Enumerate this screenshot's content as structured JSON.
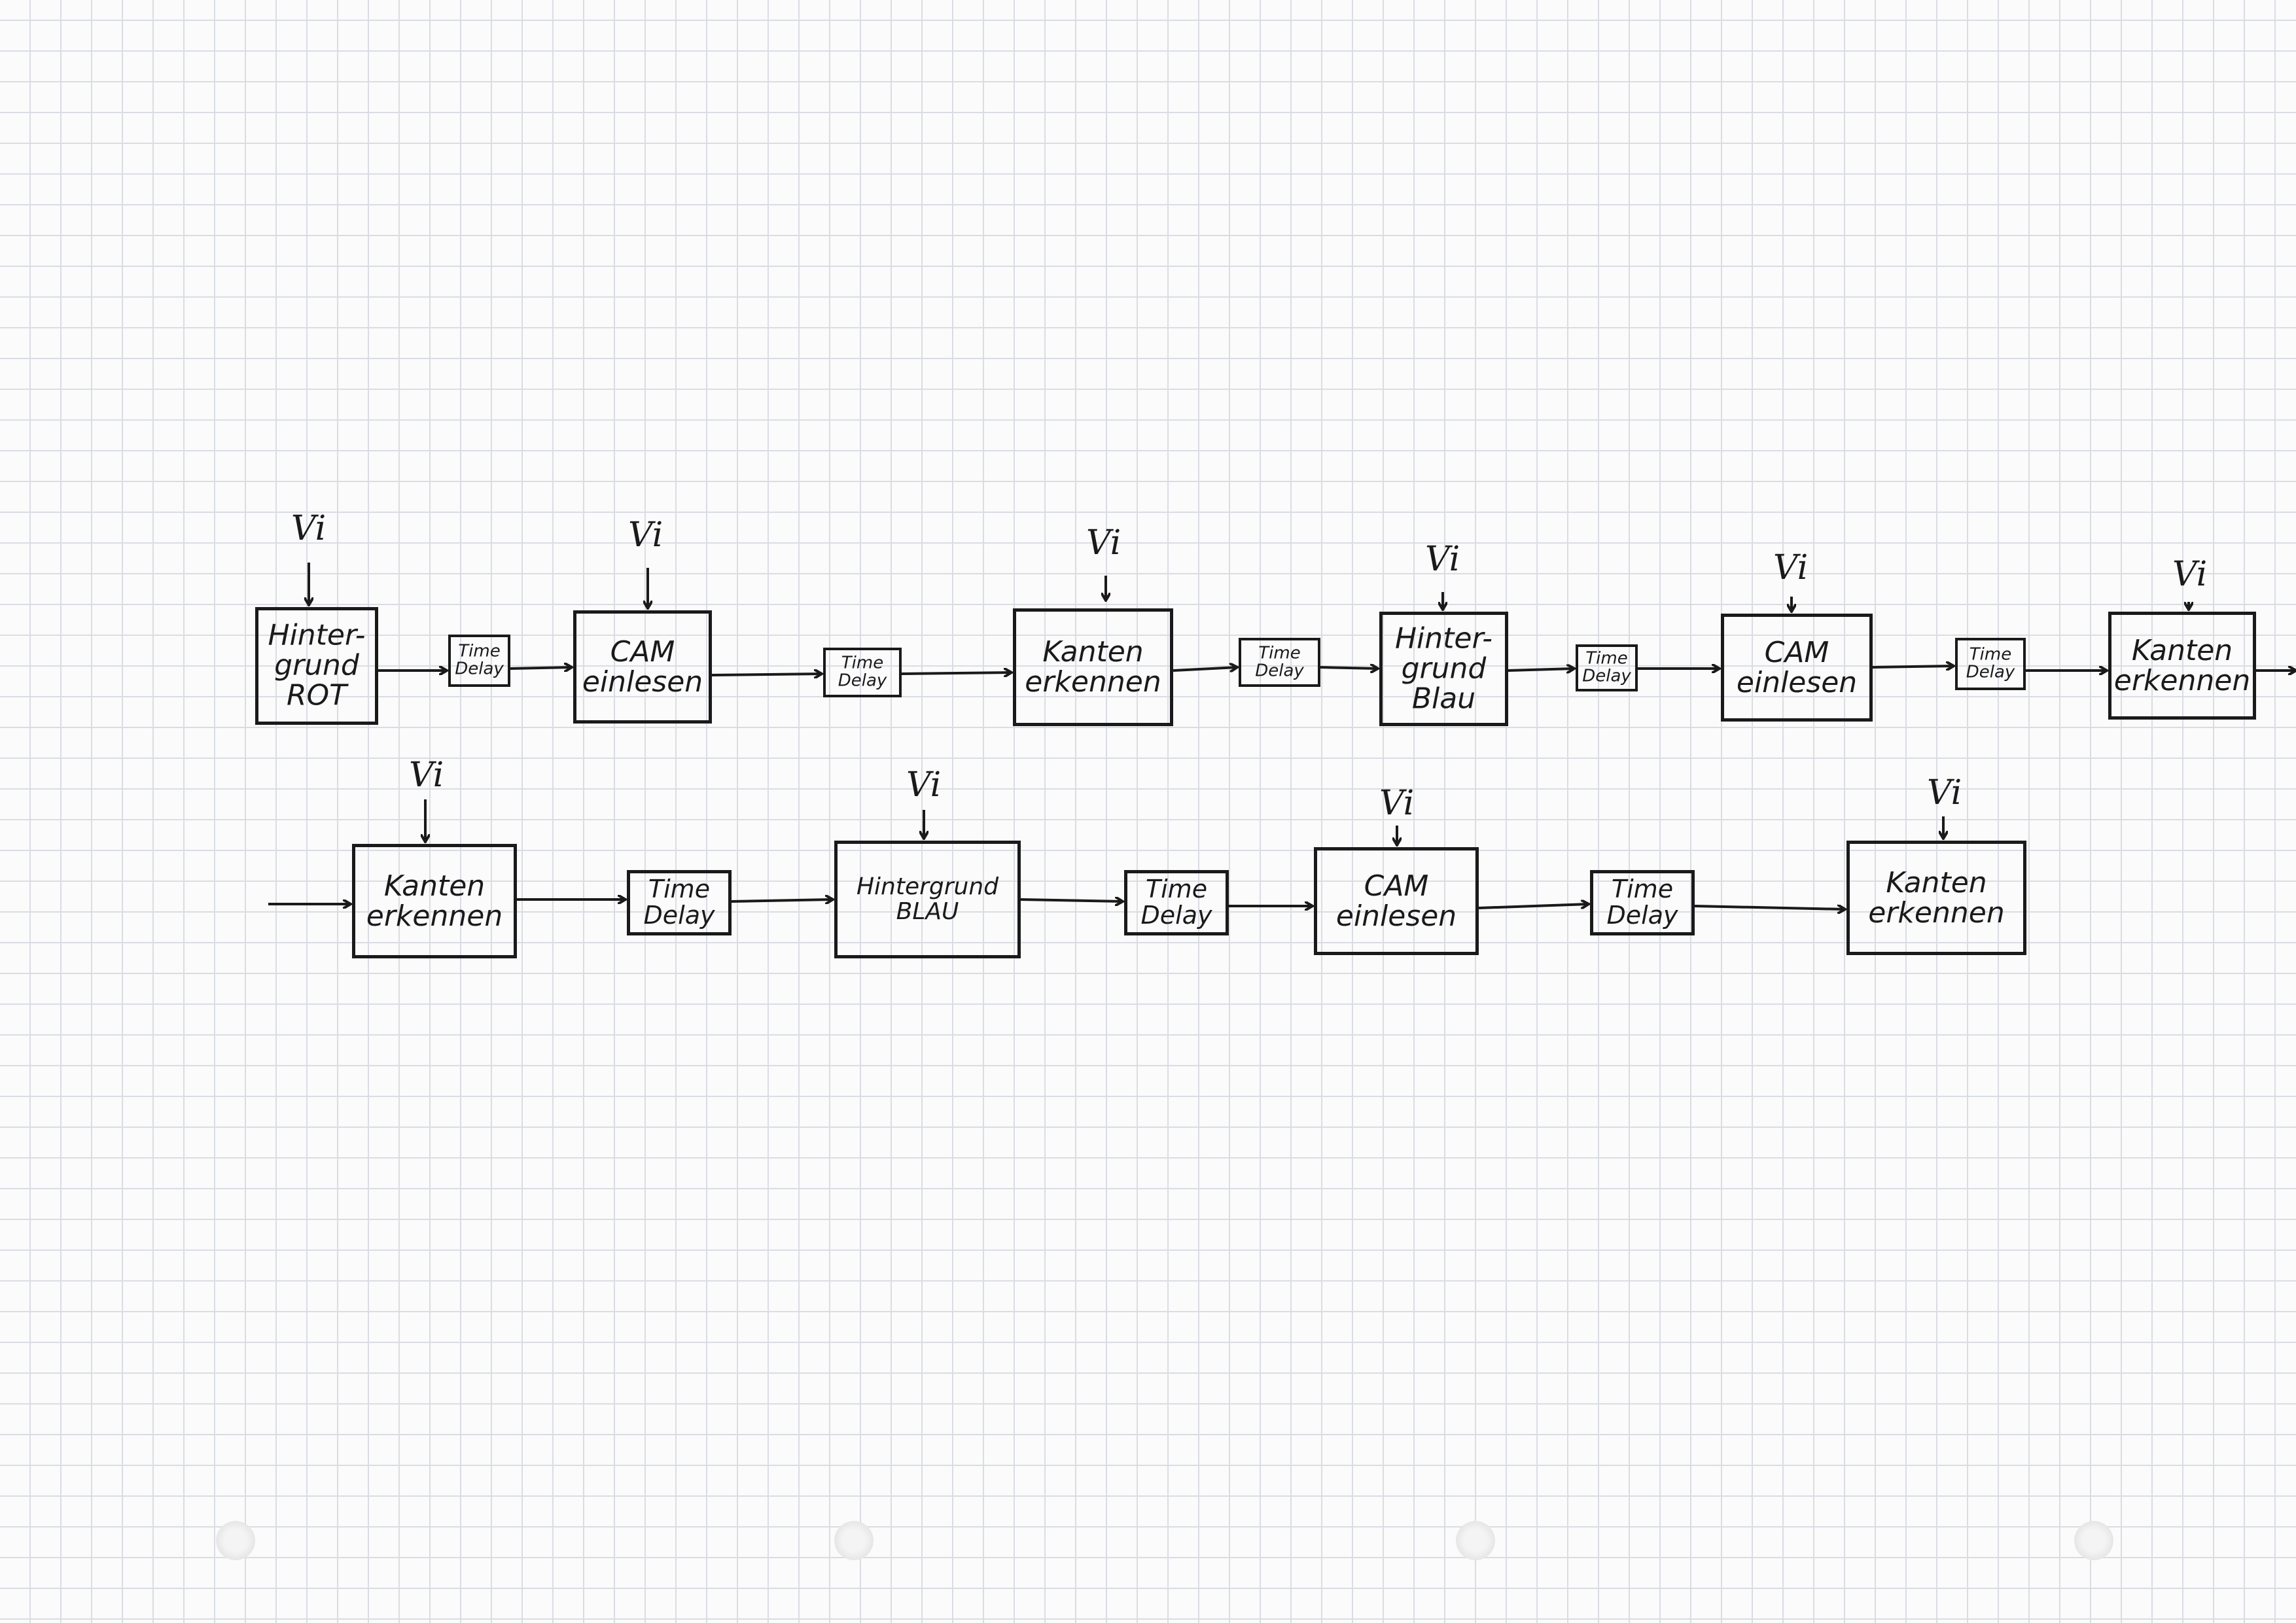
{
  "diagram": {
    "input_label": "Vi",
    "row1": [
      {
        "kind": "process",
        "lines": [
          "Hinter-",
          "grund",
          "ROT"
        ]
      },
      {
        "kind": "delay",
        "lines": [
          "Time",
          "Delay"
        ]
      },
      {
        "kind": "process",
        "lines": [
          "CAM",
          "einlesen"
        ]
      },
      {
        "kind": "delay",
        "lines": [
          "Time",
          "Delay"
        ]
      },
      {
        "kind": "process",
        "lines": [
          "Kanten",
          "erkennen"
        ]
      },
      {
        "kind": "delay",
        "lines": [
          "Time",
          "Delay"
        ]
      },
      {
        "kind": "process",
        "lines": [
          "Hinter-",
          "grund",
          "Blau"
        ]
      },
      {
        "kind": "delay",
        "lines": [
          "Time",
          "Delay"
        ]
      },
      {
        "kind": "process",
        "lines": [
          "CAM",
          "einlesen"
        ]
      },
      {
        "kind": "delay",
        "lines": [
          "Time",
          "Delay"
        ]
      },
      {
        "kind": "process",
        "lines": [
          "Kanten",
          "erkennen"
        ]
      }
    ],
    "row2": [
      {
        "kind": "process",
        "lines": [
          "Kanten",
          "erkennen"
        ]
      },
      {
        "kind": "delay",
        "lines": [
          "Time",
          "Delay"
        ]
      },
      {
        "kind": "process",
        "lines": [
          "Hintergrund",
          "BLAU"
        ]
      },
      {
        "kind": "delay",
        "lines": [
          "Time",
          "Delay"
        ]
      },
      {
        "kind": "process",
        "lines": [
          "CAM",
          "einlesen"
        ]
      },
      {
        "kind": "delay",
        "lines": [
          "Time",
          "Delay"
        ]
      },
      {
        "kind": "process",
        "lines": [
          "Kanten",
          "erkennen"
        ]
      }
    ]
  }
}
